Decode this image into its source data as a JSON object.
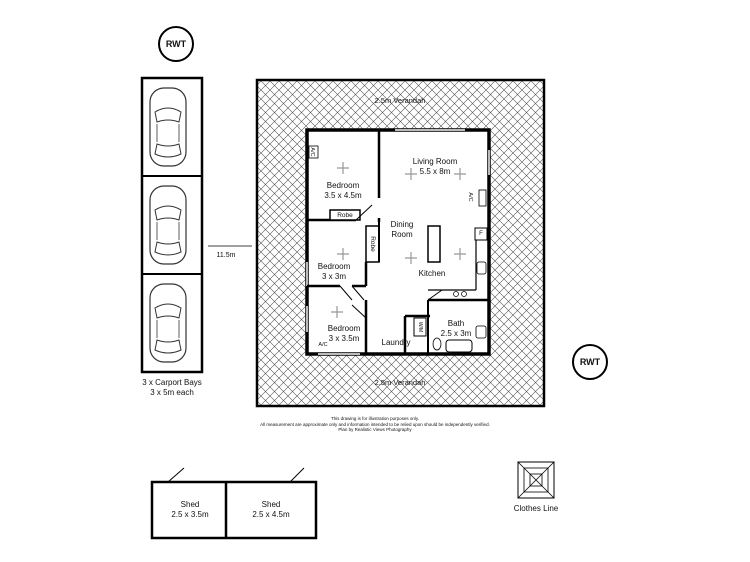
{
  "rwt_label": "RWT",
  "carport": {
    "line1": "3 x Carport Bays",
    "line2": "3 x 5m each"
  },
  "dimension": "11.5m",
  "verandah": {
    "top": "2.5m Verandah",
    "bottom": "2.5m Verandah"
  },
  "rooms": {
    "living": {
      "name": "Living Room",
      "size": "5.5 x 8m"
    },
    "bedroom1": {
      "name": "Bedroom",
      "size": "3.5 x 4.5m"
    },
    "bedroom2": {
      "name": "Bedroom",
      "size": "3 x 3m"
    },
    "bedroom3": {
      "name": "Bedroom",
      "size": "3 x 3.5m"
    },
    "dining": {
      "name": "Dining",
      "name2": "Room"
    },
    "kitchen": {
      "name": "Kitchen"
    },
    "bath": {
      "name": "Bath",
      "size": "2.5 x 3m"
    },
    "laundry": {
      "name": "Laundry"
    },
    "robe1": "Robe",
    "robe2": "Robe",
    "wm": "W/M",
    "ac_tl": "A/C",
    "ac_bl": "A/C",
    "ac_r": "A/C",
    "fridge": "F"
  },
  "disclaimer": {
    "line1": "This drawing is for illustration purposes only.",
    "line2": "All measurement are approximate only and information intended to be relied upon should be independently verified.",
    "line3": "Plan by Realistic Views Photography"
  },
  "sheds": [
    {
      "name": "Shed",
      "size": "2.5 x 3.5m"
    },
    {
      "name": "Shed",
      "size": "2.5 x 4.5m"
    }
  ],
  "clothes_line": "Clothes Line"
}
